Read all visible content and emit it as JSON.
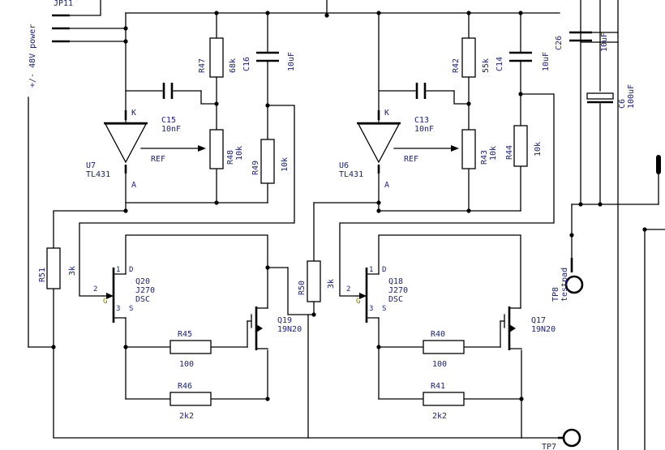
{
  "connector": {
    "ref": "JP11",
    "label": "+/- 48V power"
  },
  "left_stage": {
    "regulator": {
      "ref": "U7",
      "part": "TL431",
      "pin_k": "K",
      "pin_a": "A",
      "pin_ref": "REF"
    },
    "r_top": {
      "ref": "R47",
      "value": "68k"
    },
    "r_bottom": {
      "ref": "R48",
      "value": "10k"
    },
    "r_side": {
      "ref": "R49",
      "value": "10k"
    },
    "cap_ref": {
      "ref": "C15",
      "value": "10nF"
    },
    "cap_out": {
      "ref": "C16",
      "value": "10uF"
    },
    "r_gate": {
      "ref": "R51",
      "value": "3k"
    },
    "jfet": {
      "ref": "Q20",
      "part": "J270",
      "pkg": "DSC",
      "pin1": "1",
      "pin2": "2",
      "pin3": "3",
      "d": "D",
      "g": "G",
      "s": "S"
    },
    "mosfet": {
      "ref": "Q19",
      "part": "19N20"
    },
    "r_mid": {
      "ref": "R45",
      "value": "100"
    },
    "r_low": {
      "ref": "R46",
      "value": "2k2"
    }
  },
  "right_stage": {
    "regulator": {
      "ref": "U6",
      "part": "TL431",
      "pin_k": "K",
      "pin_a": "A",
      "pin_ref": "REF"
    },
    "r_top": {
      "ref": "R42",
      "value": "55k"
    },
    "r_bottom": {
      "ref": "R43",
      "value": "10k"
    },
    "r_side": {
      "ref": "R44",
      "value": "10k"
    },
    "cap_ref": {
      "ref": "C13",
      "value": "10nF"
    },
    "cap_out": {
      "ref": "C14",
      "value": "10uF"
    },
    "r_gate": {
      "ref": "R50",
      "value": "3k"
    },
    "jfet": {
      "ref": "Q18",
      "part": "J270",
      "pkg": "DSC",
      "pin1": "1",
      "pin2": "2",
      "pin3": "3",
      "d": "D",
      "g": "G",
      "s": "S"
    },
    "mosfet": {
      "ref": "Q17",
      "part": "19N20"
    },
    "r_mid": {
      "ref": "R40",
      "value": "100"
    },
    "r_low": {
      "ref": "R41",
      "value": "2k2"
    }
  },
  "supply": {
    "cap_a": {
      "ref": "C26",
      "value": "10uF"
    },
    "cap_b": {
      "ref": "C6",
      "value": "100uF"
    }
  },
  "test_points": {
    "tp8": {
      "ref": "TP8",
      "type": "testpad"
    },
    "tp7": {
      "ref": "TP7"
    }
  }
}
